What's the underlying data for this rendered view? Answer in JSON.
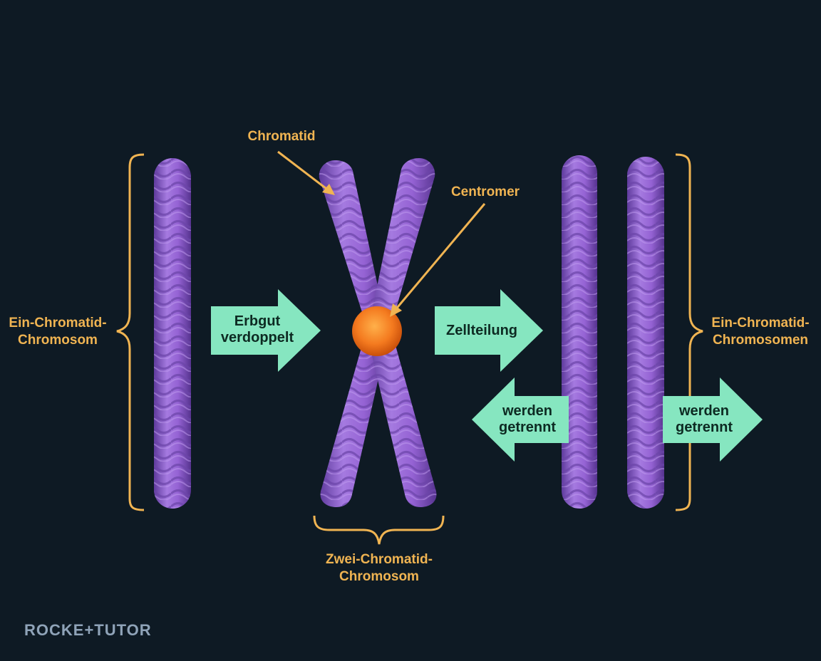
{
  "labels": {
    "chromatid": "Chromatid",
    "centromer": "Centromer",
    "left_line1": "Ein-Chromatid-",
    "left_line2": "Chromosom",
    "right_line1": "Ein-Chromatid-",
    "right_line2": "Chromosomen",
    "bottom_line1": "Zwei-Chromatid-",
    "bottom_line2": "Chromosom"
  },
  "arrows": {
    "duplicate_line1": "Erbgut",
    "duplicate_line2": "verdoppelt",
    "division": "Zellteilung",
    "separate_left_line1": "werden",
    "separate_left_line2": "getrennt",
    "separate_right_line1": "werden",
    "separate_right_line2": "getrennt"
  },
  "logo": "ROCKE+TUTOR",
  "colors": {
    "background": "#0e1a24",
    "chromosome": "#9b6ad6",
    "centromere": "#f47a1f",
    "label": "#f0b452",
    "arrow": "#86e6c0"
  }
}
